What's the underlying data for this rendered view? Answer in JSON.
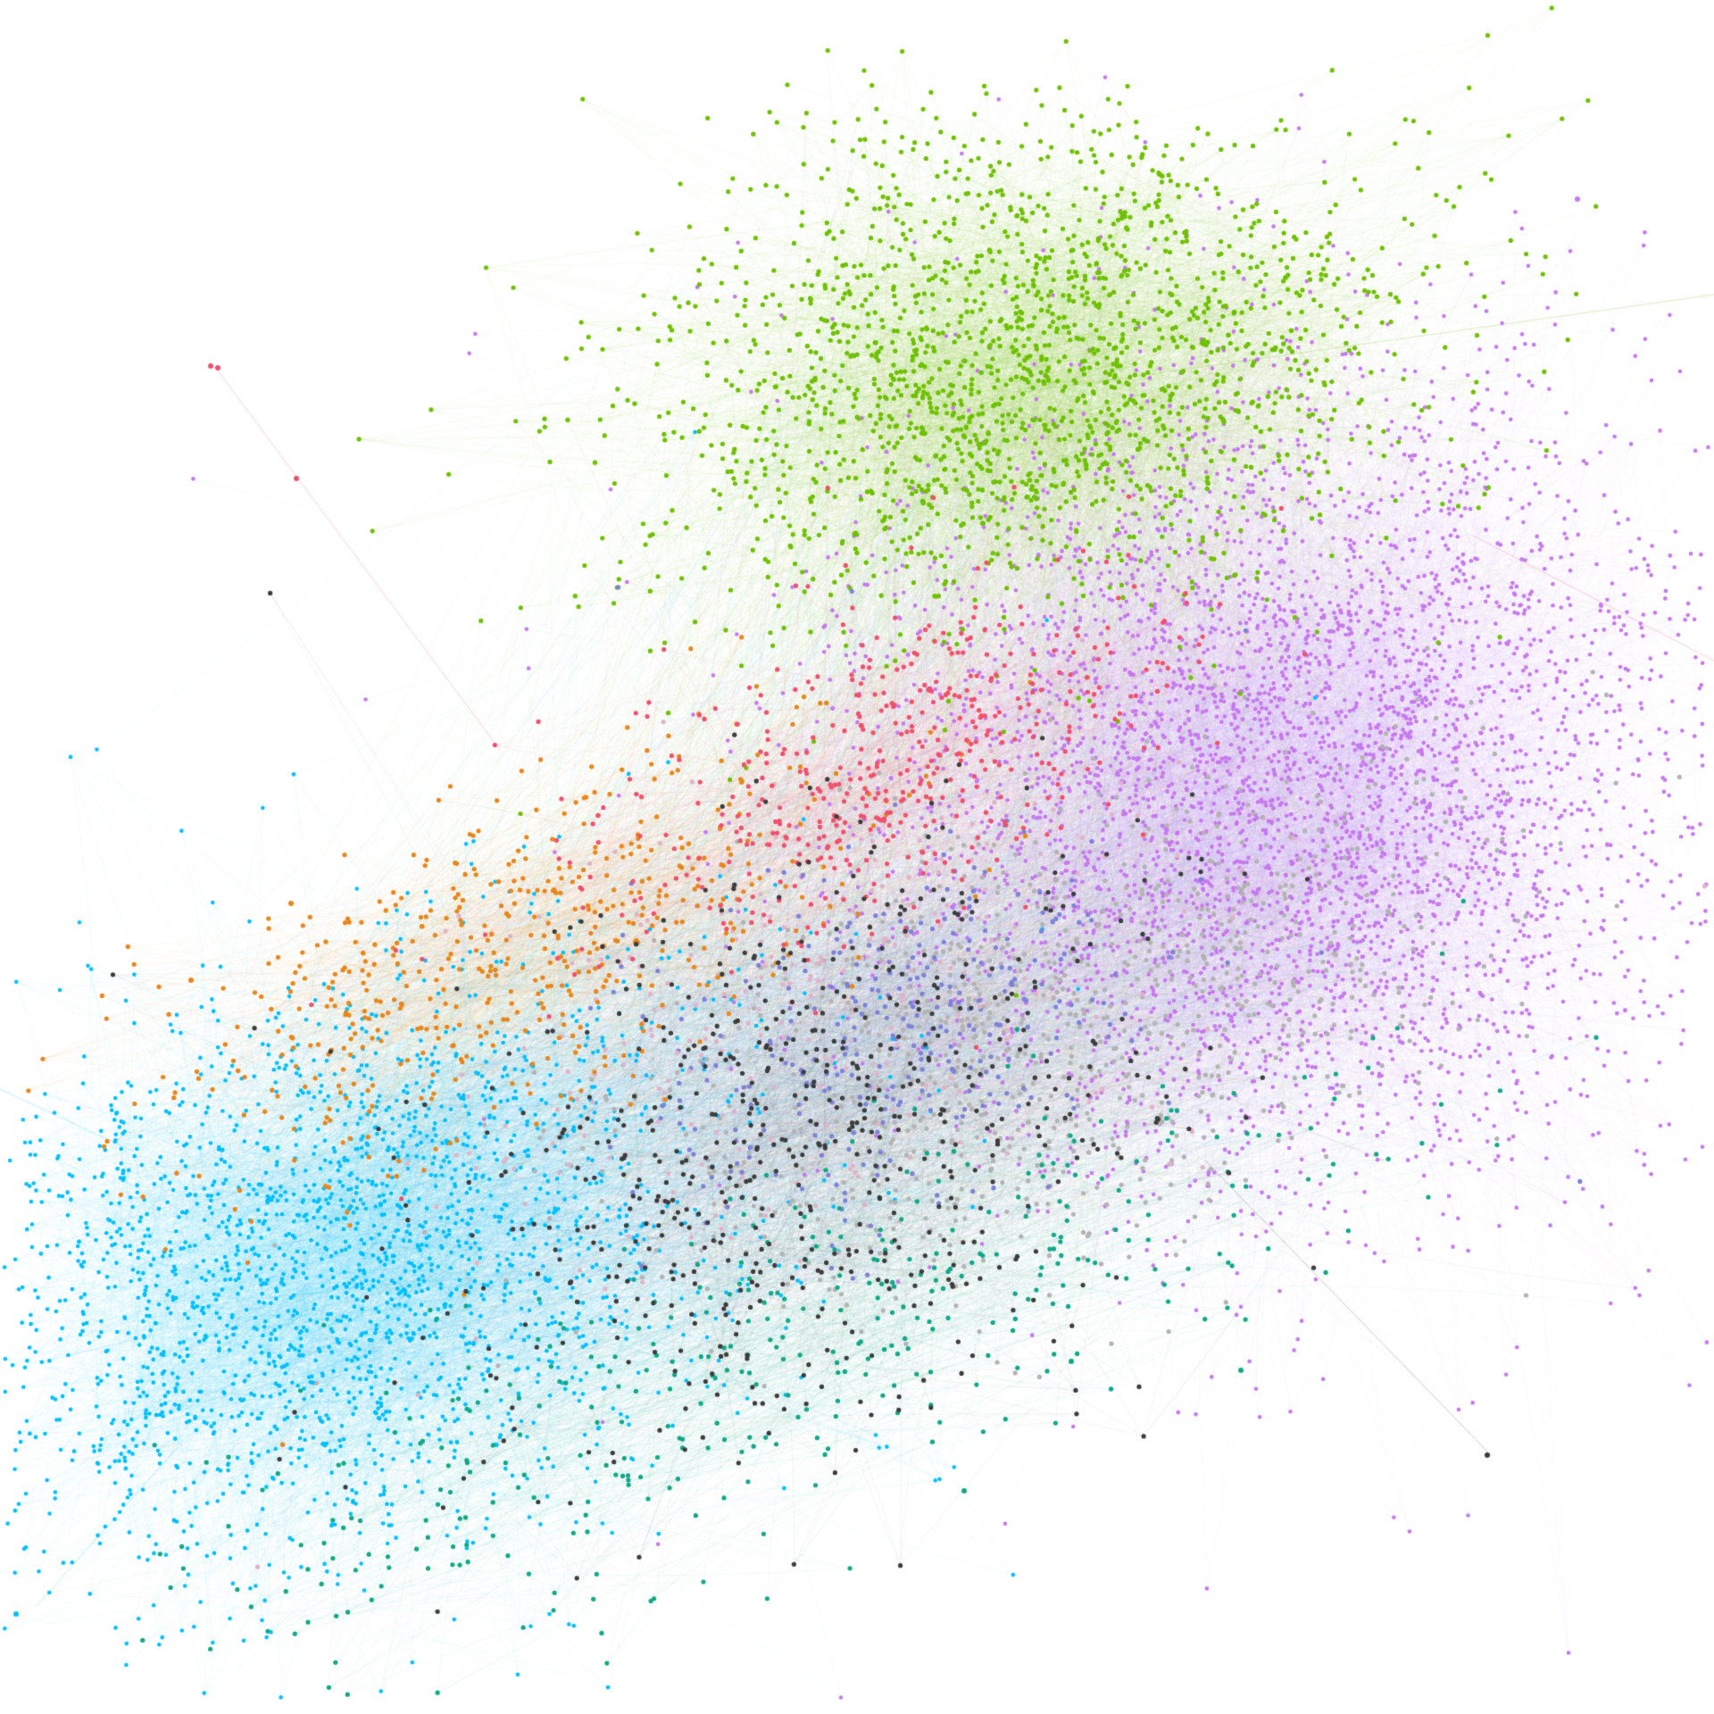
{
  "diagram": {
    "type": "network-graph",
    "background": "#ffffff",
    "labels_shown": false,
    "clusters": [
      {
        "id": "cyan",
        "color": "#00bfff",
        "region": "lower-left",
        "node_share": 0.16
      },
      {
        "id": "green",
        "color": "#6fc000",
        "region": "upper-center",
        "node_share": 0.13
      },
      {
        "id": "violet",
        "color": "#c678ee",
        "region": "right-center",
        "node_share": 0.33
      },
      {
        "id": "orange",
        "color": "#e8861a",
        "region": "left-center",
        "node_share": 0.05
      },
      {
        "id": "pink-red",
        "color": "#f0506e",
        "region": "center",
        "node_share": 0.05
      },
      {
        "id": "dark-gray",
        "color": "#3c3c3c",
        "region": "center-lower",
        "node_share": 0.06
      },
      {
        "id": "light-gray",
        "color": "#b3b3b3",
        "region": "center-lower-right",
        "node_share": 0.09
      },
      {
        "id": "teal",
        "color": "#10a887",
        "region": "bottom-edge",
        "node_share": 0.06
      },
      {
        "id": "slate-blue",
        "color": "#7d82d6",
        "region": "center",
        "node_share": 0.04
      },
      {
        "id": "pale-pink",
        "color": "#e0b4c8",
        "region": "center",
        "node_share": 0.03
      }
    ]
  }
}
